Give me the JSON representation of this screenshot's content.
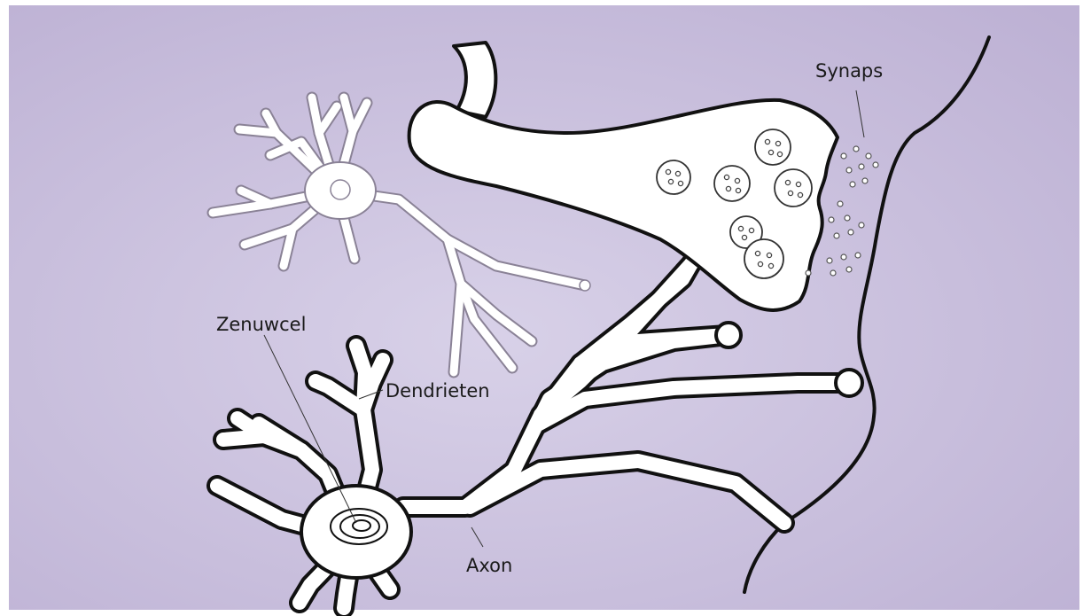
{
  "labels": {
    "synapse": "Synaps",
    "nerve_cell": "Zenuwcel",
    "dendrites": "Dendrieten",
    "axon": "Axon"
  },
  "colors": {
    "background": "#c9bfdd",
    "cell_fill": "#ffffff",
    "outline": "#111111",
    "leader_line": "#333333"
  }
}
